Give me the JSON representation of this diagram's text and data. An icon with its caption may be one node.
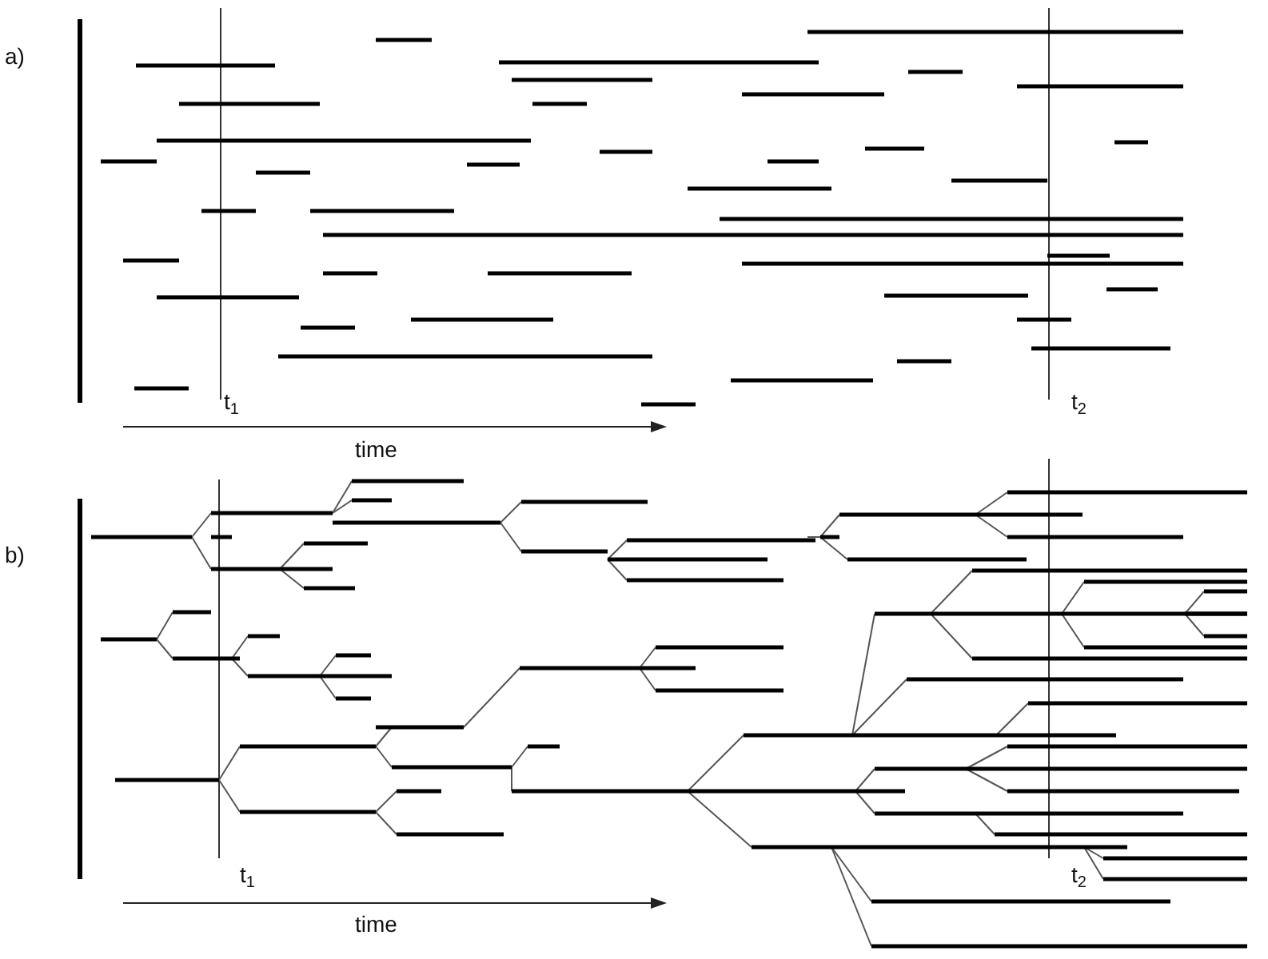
{
  "diagram": {
    "labels": [
      "a)",
      "t$_{1}$",
      "t$_{2}$",
      "time",
      "b)",
      "t$_{1}$",
      "t$_{2}$",
      "time"
    ]
  }
}
